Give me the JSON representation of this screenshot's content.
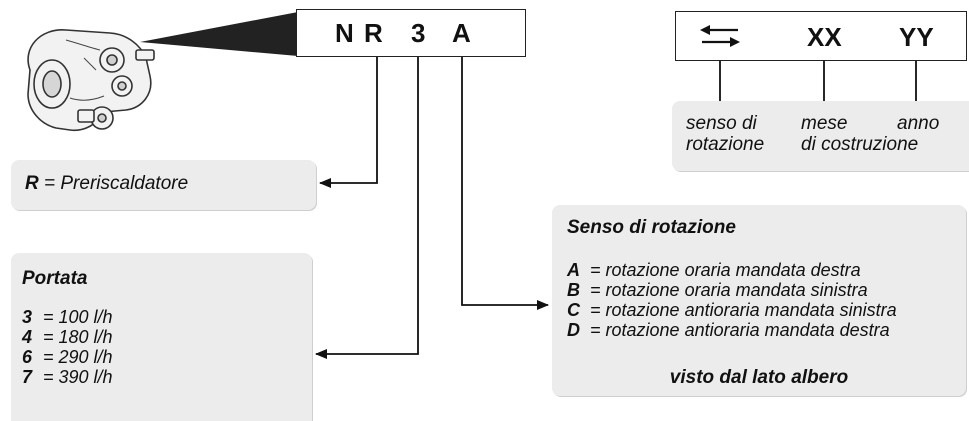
{
  "code": {
    "chars": [
      "N",
      "R",
      "3",
      "A"
    ]
  },
  "date_code": {
    "xx": "XX",
    "yy": "YY"
  },
  "date_legend": {
    "senso_line1": "senso di",
    "senso_line2": "rotazione",
    "mese": "mese",
    "costruzione": "di costruzione",
    "anno": "anno"
  },
  "preriscaldatore": {
    "key": "R",
    "text": " = Preriscaldatore"
  },
  "portata": {
    "title": "Portata",
    "items": [
      {
        "key": "3",
        "text": " =  100 l/h"
      },
      {
        "key": "4",
        "text": " =  180 l/h"
      },
      {
        "key": "6",
        "text": " =  290 l/h"
      },
      {
        "key": "7",
        "text": " =  390 l/h"
      }
    ]
  },
  "rotazione": {
    "title": "Senso di rotazione",
    "items": [
      {
        "key": "A",
        "text": " =  rotazione oraria mandata destra"
      },
      {
        "key": "B",
        "text": " =  rotazione oraria mandata sinistra"
      },
      {
        "key": "C",
        "text": " =  rotazione antioraria mandata sinistra"
      },
      {
        "key": "D",
        "text": " =  rotazione antioraria mandata destra"
      }
    ],
    "footer": "visto dal lato albero"
  },
  "icons": {
    "pump": "pump-illustration-icon",
    "direction": "bidirectional-arrows-icon"
  },
  "colors": {
    "panel": "#ececec",
    "line": "#111111"
  }
}
